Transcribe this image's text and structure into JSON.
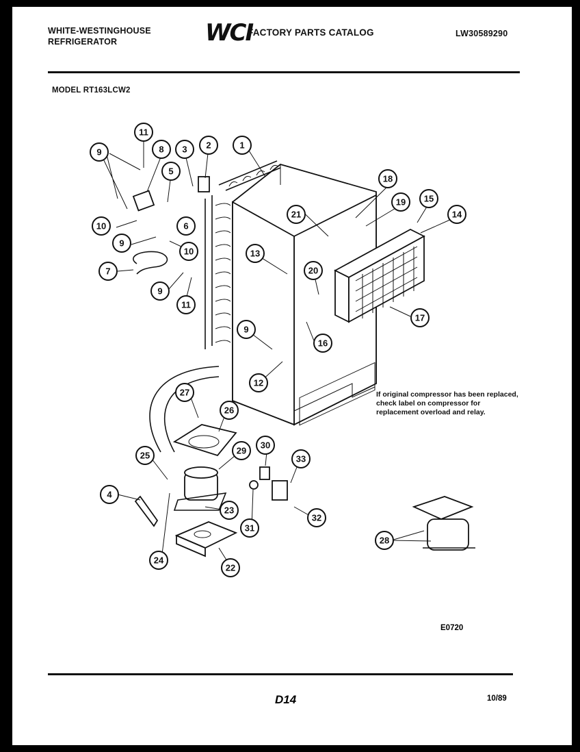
{
  "header": {
    "brand_line1": "WHITE-WESTINGHOUSE",
    "brand_line2": "REFRIGERATOR",
    "logo": "WCI",
    "catalog_title": "FACTORY PARTS CATALOG",
    "doc_number": "LW30589290",
    "model": "MODEL RT163LCW2"
  },
  "note": "If original compressor has been replaced, check label on compressor for replacement overload and relay.",
  "diagram_code": "E0720",
  "footer": {
    "page": "D14",
    "date": "10/89"
  },
  "callouts": [
    "1",
    "2",
    "3",
    "4",
    "5",
    "6",
    "7",
    "8",
    "9",
    "10",
    "11",
    "12",
    "13",
    "14",
    "15",
    "16",
    "17",
    "18",
    "19",
    "20",
    "21",
    "22",
    "23",
    "24",
    "25",
    "26",
    "27",
    "28",
    "29",
    "30",
    "31",
    "32",
    "33"
  ]
}
